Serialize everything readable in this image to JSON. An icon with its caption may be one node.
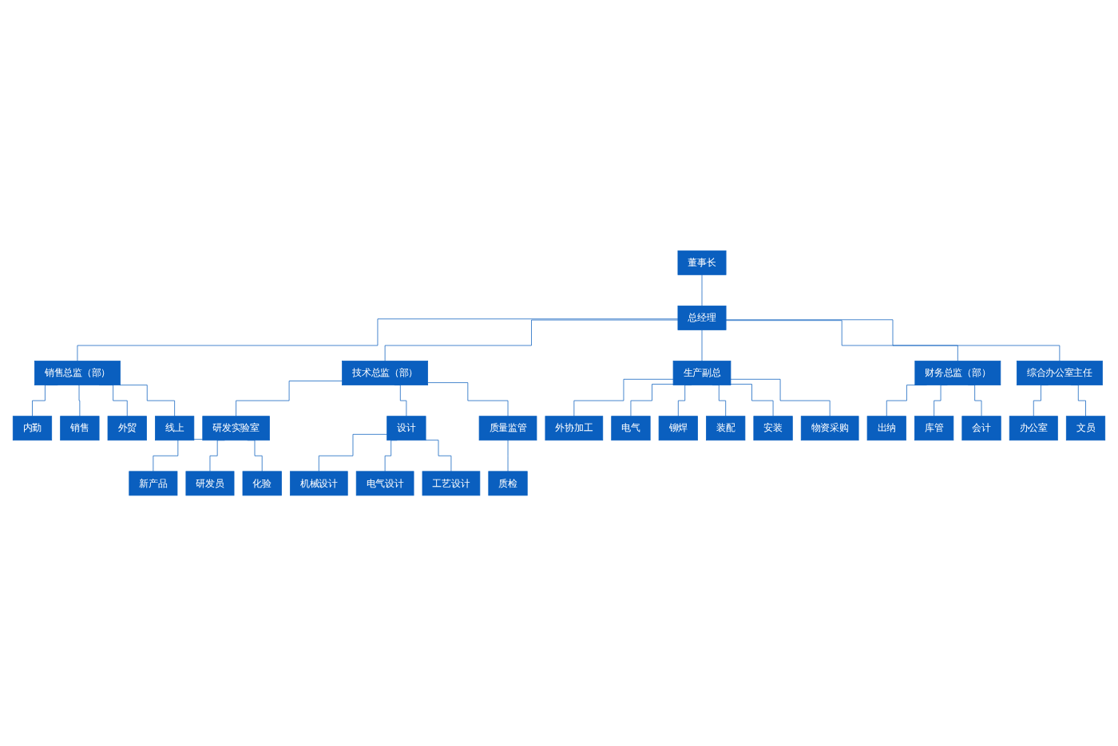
{
  "diagram": {
    "nodes": [
      {
        "text": [
          "董事长"
        ]
      },
      {
        "text": [
          "总经理"
        ]
      },
      {
        "text": [
          "销售总监（部）"
        ]
      },
      {
        "text": [
          "技术总监（部）"
        ]
      },
      {
        "text": [
          "生产副总"
        ]
      },
      {
        "text": [
          "财务总监（部）"
        ]
      },
      {
        "text": [
          "综合办公室主任"
        ]
      },
      {
        "text": [
          "内勤"
        ]
      },
      {
        "text": [
          "销售"
        ]
      },
      {
        "text": [
          "外贸"
        ]
      },
      {
        "text": [
          "线上"
        ]
      },
      {
        "text": [
          "研发实验室"
        ]
      },
      {
        "text": [
          "设计"
        ]
      },
      {
        "text": [
          "质量监管"
        ]
      },
      {
        "text": [
          "外协加工"
        ]
      },
      {
        "text": [
          "电气"
        ]
      },
      {
        "text": [
          "铆焊"
        ]
      },
      {
        "text": [
          "装配"
        ]
      },
      {
        "text": [
          "安装"
        ]
      },
      {
        "text": [
          "物资采购"
        ]
      },
      {
        "text": [
          "出纳"
        ]
      },
      {
        "text": [
          "库管"
        ]
      },
      {
        "text": [
          "会计"
        ]
      },
      {
        "text": [
          "办公室"
        ]
      },
      {
        "text": [
          "文员"
        ]
      },
      {
        "text": [
          "新产品"
        ]
      },
      {
        "text": [
          "研发员"
        ]
      },
      {
        "text": [
          "化验"
        ]
      },
      {
        "text": [
          "机械设计"
        ]
      },
      {
        "text": [
          "电气设计"
        ]
      },
      {
        "text": [
          "工艺设计"
        ]
      },
      {
        "text": [
          "质检"
        ]
      }
    ],
    "edges": [
      {
        "from": 0,
        "to": 1,
        "arrow": "none"
      },
      {
        "from": 1,
        "to": 2,
        "arrow": "none"
      },
      {
        "from": 1,
        "to": 3,
        "arrow": "none"
      },
      {
        "from": 1,
        "to": 4,
        "arrow": "none"
      },
      {
        "from": 1,
        "to": 5,
        "arrow": "none"
      },
      {
        "from": 1,
        "to": 6,
        "arrow": "none"
      },
      {
        "from": 2,
        "to": 7,
        "arrow": "none"
      },
      {
        "from": 2,
        "to": 8,
        "arrow": "none"
      },
      {
        "from": 2,
        "to": 9,
        "arrow": "none"
      },
      {
        "from": 2,
        "to": 10,
        "arrow": "none"
      },
      {
        "from": 3,
        "to": 11,
        "arrow": "none"
      },
      {
        "from": 3,
        "to": 12,
        "arrow": "none"
      },
      {
        "from": 3,
        "to": 13,
        "arrow": "none"
      },
      {
        "from": 4,
        "to": 14,
        "arrow": "none"
      },
      {
        "from": 4,
        "to": 15,
        "arrow": "none"
      },
      {
        "from": 4,
        "to": 16,
        "arrow": "none"
      },
      {
        "from": 4,
        "to": 17,
        "arrow": "none"
      },
      {
        "from": 4,
        "to": 18,
        "arrow": "none"
      },
      {
        "from": 4,
        "to": 19,
        "arrow": "none"
      },
      {
        "from": 5,
        "to": 20,
        "arrow": "none"
      },
      {
        "from": 5,
        "to": 21,
        "arrow": "none"
      },
      {
        "from": 5,
        "to": 22,
        "arrow": "none"
      },
      {
        "from": 6,
        "to": 23,
        "arrow": "none"
      },
      {
        "from": 6,
        "to": 24,
        "arrow": "none"
      },
      {
        "from": 11,
        "to": 25,
        "arrow": "none"
      },
      {
        "from": 11,
        "to": 26,
        "arrow": "none"
      },
      {
        "from": 11,
        "to": 27,
        "arrow": "none"
      },
      {
        "from": 12,
        "to": 28,
        "arrow": "none"
      },
      {
        "from": 12,
        "to": 29,
        "arrow": "none"
      },
      {
        "from": 12,
        "to": 30,
        "arrow": "none"
      },
      {
        "from": 13,
        "to": 31,
        "arrow": "none"
      }
    ]
  }
}
